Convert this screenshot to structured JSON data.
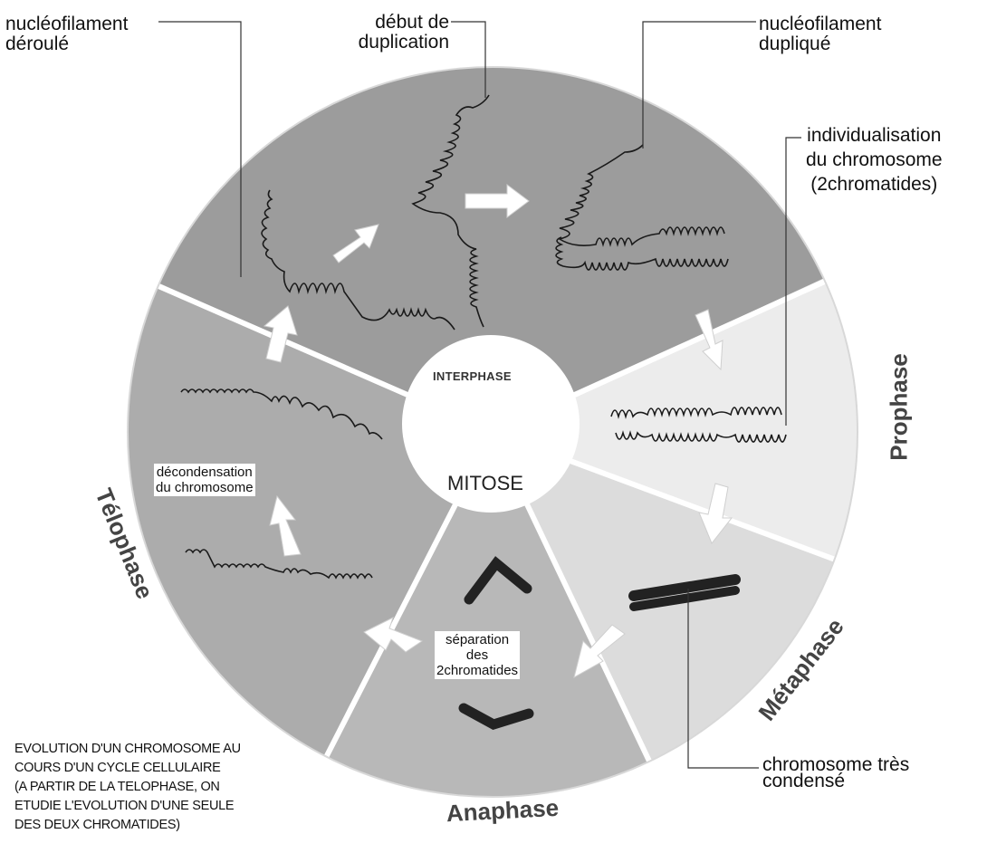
{
  "labels": {
    "unrolled": "nucléofilament\ndéroulé",
    "dup_start": "début de\nduplication",
    "duplicated": "nucléofilament\ndupliqué",
    "individualisation": "individualisation\ndu chromosome\n(2chromatides)",
    "condensed": "chromosome très\ncondensé",
    "decondensation": "décondensation\ndu chromosome",
    "separation": "séparation\ndes\n2chromatides"
  },
  "center": {
    "interphase": "INTERPHASE",
    "mitose": "MITOSE"
  },
  "phases": {
    "prophase": "Prophase",
    "metaphase": "Métaphase",
    "anaphase": "Anaphase",
    "telophase": "Télophase"
  },
  "caption": [
    "EVOLUTION D'UN CHROMOSOME AU",
    "COURS D'UN CYCLE CELLULAIRE",
    "(A PARTIR DE LA TELOPHASE, ON",
    "ETUDIE L'EVOLUTION D'UNE SEULE",
    "DES DEUX CHROMATIDES)"
  ],
  "colors": {
    "interphase": "#9c9c9c",
    "prophase": "#ececec",
    "metaphase": "#dcdcdc",
    "anaphase": "#b8b8b8",
    "telophase": "#acacac",
    "outline": "#1a1a1a"
  }
}
